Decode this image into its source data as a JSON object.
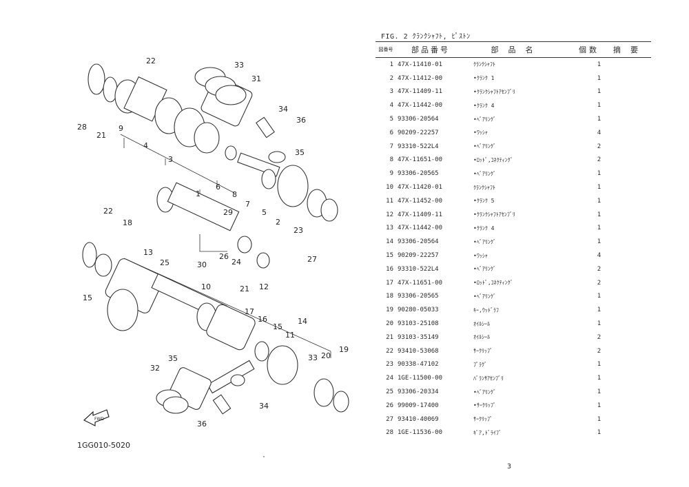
{
  "figure": {
    "title": "FIG. 2 ｸﾗﾝｸｼｬﾌﾄ, ﾋﾟｽﾄﾝ",
    "drawing_code": "1GG010-5020",
    "fwd_label": "FWD",
    "callouts": [
      "22",
      "33",
      "31",
      "28",
      "21",
      "9",
      "4",
      "3",
      "34",
      "36",
      "35",
      "1",
      "6",
      "8",
      "7",
      "2",
      "5",
      "23",
      "27",
      "29",
      "22",
      "18",
      "13",
      "25",
      "26",
      "24",
      "30",
      "12",
      "10",
      "21",
      "15",
      "17",
      "16",
      "15",
      "11",
      "14",
      "20",
      "19",
      "33",
      "32",
      "35",
      "34",
      "36"
    ]
  },
  "table": {
    "headers": {
      "no": "図番号",
      "part_no": "部品番号",
      "name": "部品名",
      "qty": "個数",
      "remarks": "摘要"
    },
    "rows": [
      {
        "no": "1",
        "part": "47X-11410-01",
        "name": "ｸﾗﾝｸｼｬﾌﾄ",
        "qty": "1"
      },
      {
        "no": "2",
        "part": "47X-11412-00",
        "name": "•ｸﾗﾝｸ 1",
        "qty": "1"
      },
      {
        "no": "3",
        "part": "47X-11409-11",
        "name": "•ｸﾗﾝｸｼｬﾌﾄｱｾﾝﾌﾞﾘ",
        "qty": "1"
      },
      {
        "no": "4",
        "part": "47X-11442-00",
        "name": "•ｸﾗﾝｸ 4",
        "qty": "1"
      },
      {
        "no": "5",
        "part": "93306-20564",
        "name": "•ﾍﾞｱﾘﾝｸﾞ",
        "qty": "1"
      },
      {
        "no": "6",
        "part": "90209-22257",
        "name": "•ﾜｯｼｬ",
        "qty": "4"
      },
      {
        "no": "7",
        "part": "93310-522L4",
        "name": "•ﾍﾞｱﾘﾝｸﾞ",
        "qty": "2"
      },
      {
        "no": "8",
        "part": "47X-11651-00",
        "name": "•ﾛｯﾄﾞ,ｺﾈｸﾃｨﾝｸﾞ",
        "qty": "2"
      },
      {
        "no": "9",
        "part": "93306-20565",
        "name": "•ﾍﾞｱﾘﾝｸﾞ",
        "qty": "1"
      },
      {
        "no": "10",
        "part": "47X-11420-01",
        "name": "ｸﾗﾝｸｼｬﾌﾄ",
        "qty": "1"
      },
      {
        "no": "11",
        "part": "47X-11452-00",
        "name": "•ｸﾗﾝｸ 5",
        "qty": "1"
      },
      {
        "no": "12",
        "part": "47X-11409-11",
        "name": "•ｸﾗﾝｸｼｬﾌﾄｱｾﾝﾌﾞﾘ",
        "qty": "1"
      },
      {
        "no": "13",
        "part": "47X-11442-00",
        "name": "•ｸﾗﾝｸ 4",
        "qty": "1"
      },
      {
        "no": "14",
        "part": "93306-20564",
        "name": "•ﾍﾞｱﾘﾝｸﾞ",
        "qty": "1"
      },
      {
        "no": "15",
        "part": "90209-22257",
        "name": "•ﾜｯｼｬ",
        "qty": "4"
      },
      {
        "no": "16",
        "part": "93310-522L4",
        "name": "•ﾍﾞｱﾘﾝｸﾞ",
        "qty": "2"
      },
      {
        "no": "17",
        "part": "47X-11651-00",
        "name": "•ﾛｯﾄﾞ,ｺﾈｸﾃｨﾝｸﾞ",
        "qty": "2"
      },
      {
        "no": "18",
        "part": "93306-20565",
        "name": "•ﾍﾞｱﾘﾝｸﾞ",
        "qty": "1"
      },
      {
        "no": "19",
        "part": "90280-05033",
        "name": "ｷｰ,ｳｯﾄﾞﾗﾌ",
        "qty": "1"
      },
      {
        "no": "20",
        "part": "93103-25108",
        "name": "ｵｲﾙｼｰﾙ",
        "qty": "1"
      },
      {
        "no": "21",
        "part": "93103-35149",
        "name": "ｵｲﾙｼｰﾙ",
        "qty": "2"
      },
      {
        "no": "22",
        "part": "93410-53068",
        "name": "ｻｰｸﾘｯﾌﾟ",
        "qty": "2"
      },
      {
        "no": "23",
        "part": "90338-47102",
        "name": "ﾌﾟﾗｸﾞ",
        "qty": "1"
      },
      {
        "no": "24",
        "part": "1GE-11500-00",
        "name": "ﾊﾞﾗﾝｻｱｾﾝﾌﾞﾘ",
        "qty": "1"
      },
      {
        "no": "25",
        "part": "93306-20334",
        "name": "•ﾍﾞｱﾘﾝｸﾞ",
        "qty": "1"
      },
      {
        "no": "26",
        "part": "99009-17400",
        "name": "•ｻｰｸﾘｯﾌﾟ",
        "qty": "1"
      },
      {
        "no": "27",
        "part": "93410-40069",
        "name": "ｻｰｸﾘｯﾌﾟ",
        "qty": "1"
      },
      {
        "no": "28",
        "part": "1GE-11536-00",
        "name": "ｷﾞｱ,ﾄﾞﾗｲﾌﾞ",
        "qty": "1"
      }
    ]
  },
  "page_number": "3"
}
